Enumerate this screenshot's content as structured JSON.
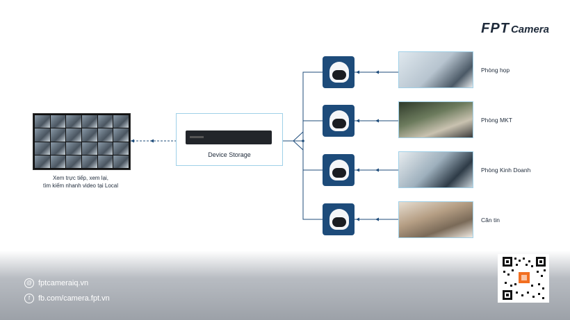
{
  "brand": {
    "name_fpt": "FPT",
    "name_camera": "Camera"
  },
  "monitor": {
    "caption_line1": "Xem trực tiếp, xem lại,",
    "caption_line2": "tìm kiếm nhanh video tại Local"
  },
  "device_storage": {
    "label": "Device Storage"
  },
  "rooms": [
    {
      "label": "Phòng họp"
    },
    {
      "label": "Phòng MKT"
    },
    {
      "label": "Phòng Kinh Doanh"
    },
    {
      "label": "Căn tin"
    }
  ],
  "footer": {
    "website": "fptcameraiq.vn",
    "facebook": "fb.com/camera.fpt.vn"
  },
  "colors": {
    "camera_tile": "#1d4b7a",
    "connector": "#1d4b7a",
    "box_border": "#9fd0e8"
  }
}
